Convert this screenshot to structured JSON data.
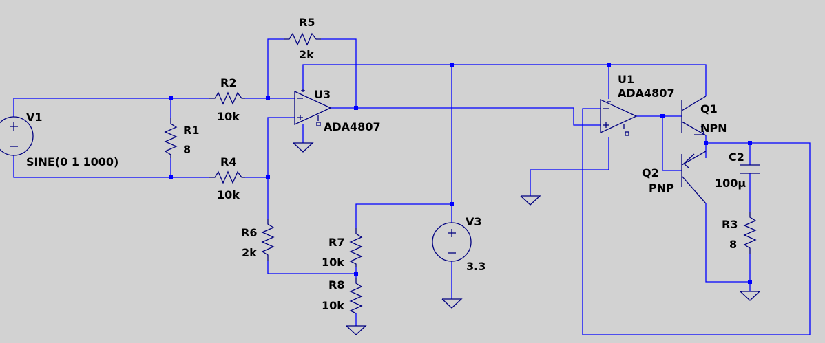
{
  "schematic": {
    "V1": {
      "ref": "V1",
      "value": "SINE(0 1 1000)"
    },
    "R1": {
      "ref": "R1",
      "value": "8"
    },
    "R2": {
      "ref": "R2",
      "value": "10k"
    },
    "R4": {
      "ref": "R4",
      "value": "10k"
    },
    "R5": {
      "ref": "R5",
      "value": "2k"
    },
    "R6": {
      "ref": "R6",
      "value": "2k"
    },
    "R7": {
      "ref": "R7",
      "value": "10k"
    },
    "R8": {
      "ref": "R8",
      "value": "10k"
    },
    "R3": {
      "ref": "R3",
      "value": "8"
    },
    "U3": {
      "ref": "U3",
      "value": "ADA4807"
    },
    "U1": {
      "ref": "U1",
      "value": "ADA4807"
    },
    "V3": {
      "ref": "V3",
      "value": "3.3"
    },
    "Q1": {
      "ref": "Q1",
      "value": "NPN"
    },
    "Q2": {
      "ref": "Q2",
      "value": "PNP"
    },
    "C2": {
      "ref": "C2",
      "value": "100µ"
    }
  },
  "colors": {
    "background": "#d2d2d2",
    "wire": "#0000ff",
    "component": "#000080"
  }
}
